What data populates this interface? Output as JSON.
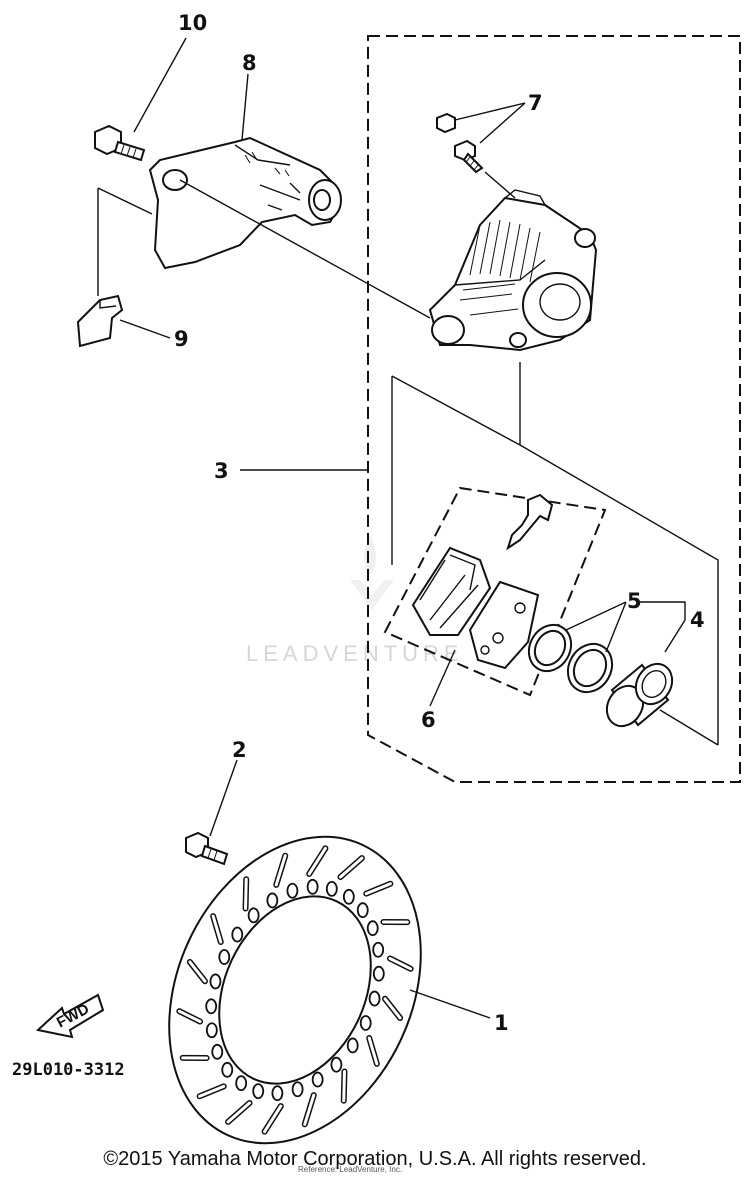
{
  "callouts": {
    "c1": "1",
    "c2": "2",
    "c3": "3",
    "c4": "4",
    "c5": "5",
    "c6": "6",
    "c7": "7",
    "c8": "8",
    "c9": "9",
    "c10": "10"
  },
  "fwd_label": "FWD",
  "diagram_code": "29L010-3312",
  "watermark": "LEADVENTURE",
  "small_credit": "Reference: LeadVenture, Inc.",
  "copyright": "©2015 Yamaha Motor Corporation, U.S.A. All rights reserved."
}
